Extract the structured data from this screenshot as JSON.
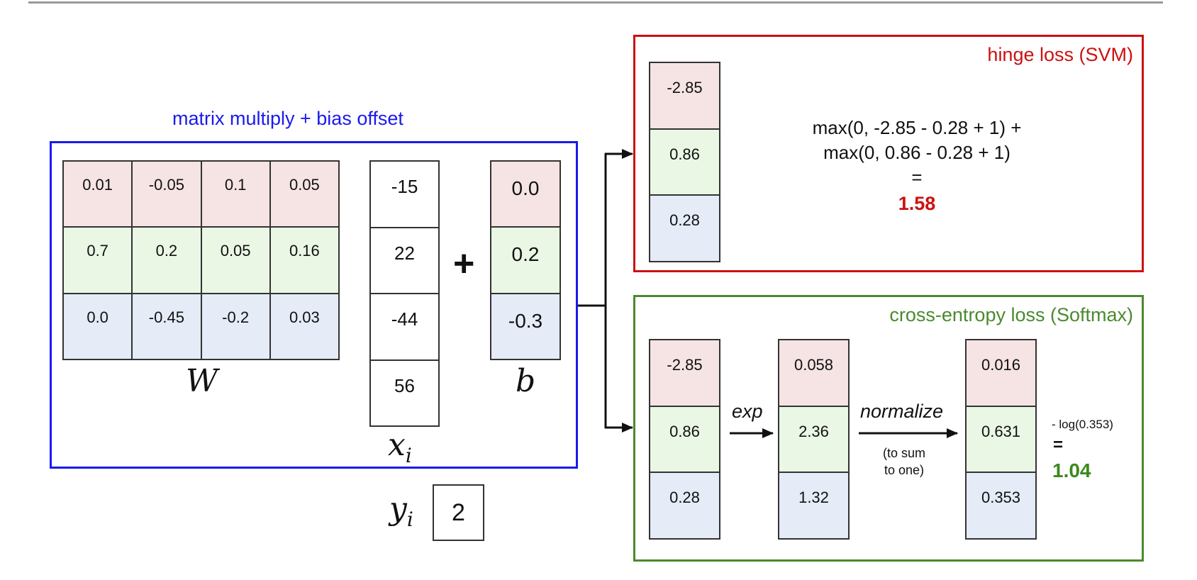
{
  "linear": {
    "title": "matrix multiply + bias offset",
    "W": {
      "label": "W",
      "rows": [
        [
          "0.01",
          "-0.05",
          "0.1",
          "0.05"
        ],
        [
          "0.7",
          "0.2",
          "0.05",
          "0.16"
        ],
        [
          "0.0",
          "-0.45",
          "-0.2",
          "0.03"
        ]
      ]
    },
    "x": {
      "label": "x",
      "subscript": "i",
      "values": [
        "-15",
        "22",
        "-44",
        "56"
      ]
    },
    "plus": "+",
    "b": {
      "label": "b",
      "values": [
        "0.0",
        "0.2",
        "-0.3"
      ]
    },
    "y": {
      "label": "y",
      "subscript": "i",
      "value": "2"
    }
  },
  "hinge": {
    "title": "hinge loss (SVM)",
    "scores": [
      "-2.85",
      "0.86",
      "0.28"
    ],
    "formula": [
      "max(0, -2.85 - 0.28 + 1) +",
      "max(0, 0.86 - 0.28 + 1)",
      "="
    ],
    "result": "1.58"
  },
  "softmax": {
    "title": "cross-entropy loss (Softmax)",
    "scores": [
      "-2.85",
      "0.86",
      "0.28"
    ],
    "exp_label": "exp",
    "exp_values": [
      "0.058",
      "2.36",
      "1.32"
    ],
    "normalize_label": "normalize",
    "normalize_note": [
      "(to sum",
      "to one)"
    ],
    "probs": [
      "0.016",
      "0.631",
      "0.353"
    ],
    "loss_expr": "- log(0.353)",
    "loss_eq": "=",
    "result": "1.04"
  },
  "colors": {
    "class_0": "#f5e4e3",
    "class_1": "#eaf7e5",
    "class_2": "#e5ebf7",
    "linear_border": "#1a1aee",
    "hinge_accent": "#cc1111",
    "softmax_accent": "#4a8a2e"
  }
}
